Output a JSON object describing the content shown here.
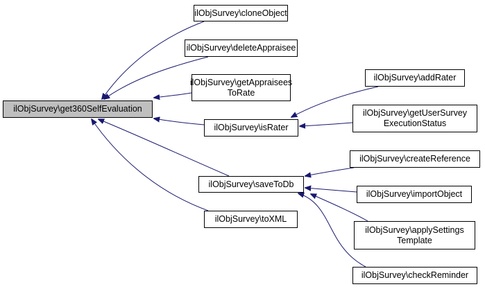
{
  "colors": {
    "edge": "#191970",
    "root_fill": "#bfbfbf",
    "node_fill": "#ffffff",
    "border": "#000000"
  },
  "nodes": {
    "root": "ilObjSurvey\\get360SelfEvaluation",
    "cloneObject": "ilObjSurvey\\cloneObject",
    "deleteAppraisee": "ilObjSurvey\\deleteAppraisee",
    "getAppraiseesToRate": "ilObjSurvey\\getAppraisees\nToRate",
    "isRater": "ilObjSurvey\\isRater",
    "saveToDb": "ilObjSurvey\\saveToDb",
    "toXML": "ilObjSurvey\\toXML",
    "addRater": "ilObjSurvey\\addRater",
    "getUserSurveyExecutionStatus": "ilObjSurvey\\getUserSurvey\nExecutionStatus",
    "createReference": "ilObjSurvey\\createReference",
    "importObject": "ilObjSurvey\\importObject",
    "applySettingsTemplate": "ilObjSurvey\\applySettings\nTemplate",
    "checkReminder": "ilObjSurvey\\checkReminder"
  },
  "edges": [
    {
      "from": "cloneObject",
      "to": "root"
    },
    {
      "from": "deleteAppraisee",
      "to": "root"
    },
    {
      "from": "getAppraiseesToRate",
      "to": "root"
    },
    {
      "from": "isRater",
      "to": "root"
    },
    {
      "from": "saveToDb",
      "to": "root"
    },
    {
      "from": "toXML",
      "to": "root"
    },
    {
      "from": "addRater",
      "to": "isRater"
    },
    {
      "from": "getUserSurveyExecutionStatus",
      "to": "isRater"
    },
    {
      "from": "createReference",
      "to": "saveToDb"
    },
    {
      "from": "importObject",
      "to": "saveToDb"
    },
    {
      "from": "applySettingsTemplate",
      "to": "saveToDb"
    },
    {
      "from": "checkReminder",
      "to": "saveToDb"
    }
  ]
}
